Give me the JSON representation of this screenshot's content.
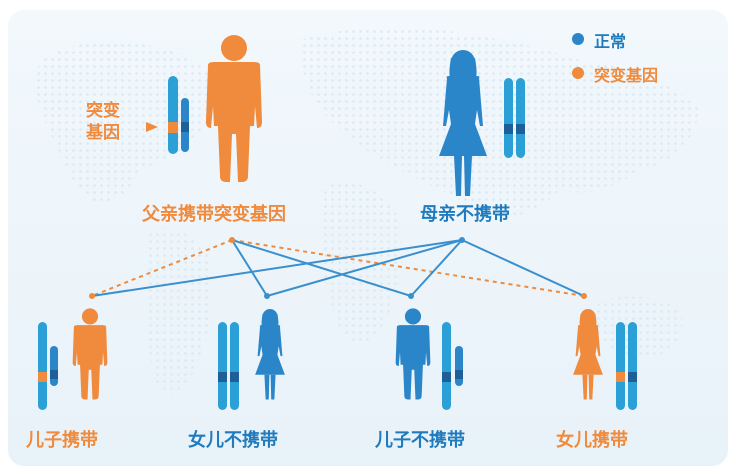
{
  "colors": {
    "normal": "#2a86c9",
    "mutant": "#f08a3c",
    "line_blue": "#3a8fcf",
    "line_orange": "#f08a3c"
  },
  "legend": {
    "normal": "正常",
    "mutant": "突变基因"
  },
  "annotation": {
    "line1": "突变",
    "line2": "基因"
  },
  "parents": {
    "father": {
      "label": "父亲携带突变基因",
      "carrier": true,
      "sex": "male"
    },
    "mother": {
      "label": "母亲不携带",
      "carrier": false,
      "sex": "female"
    }
  },
  "children": [
    {
      "label": "儿子携带",
      "carrier": true,
      "sex": "male"
    },
    {
      "label": "女儿不携带",
      "carrier": false,
      "sex": "female"
    },
    {
      "label": "儿子不携带",
      "carrier": false,
      "sex": "male"
    },
    {
      "label": "女儿携带",
      "carrier": true,
      "sex": "female"
    }
  ]
}
